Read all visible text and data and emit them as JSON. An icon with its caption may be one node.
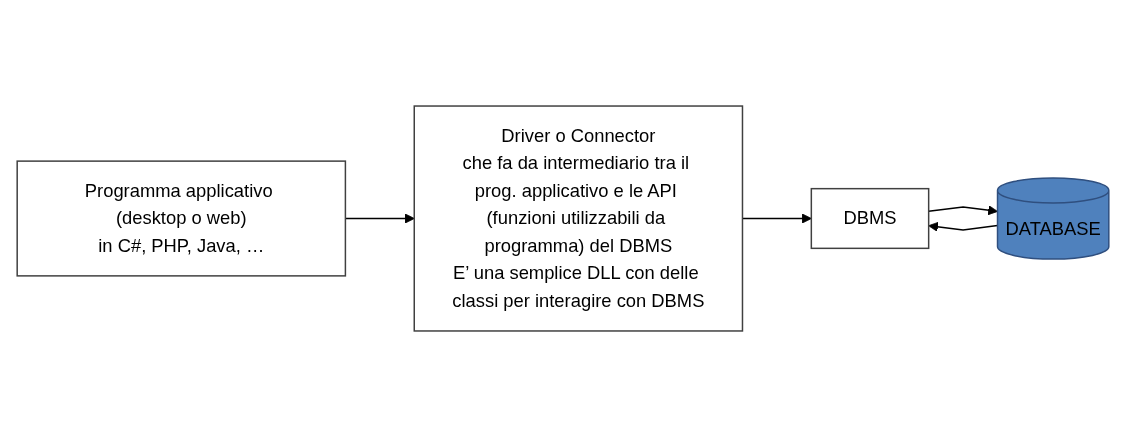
{
  "diagram": {
    "nodes": [
      {
        "text": [
          "Programma applicativo (desktop o web)",
          "in C#, PHP, Java, …"
        ]
      },
      {
        "text": [
          "Driver o Connector",
          "che fa da intermediario tra il prog. applicativo e le API (funzioni utilizzabili da programma) del DBMS",
          "E’ una semplice DLL con delle classi per interagire con DBMS"
        ]
      },
      {
        "text": [
          "DBMS"
        ]
      },
      {
        "text": [
          "DATABASE"
        ]
      }
    ],
    "edges": [
      {
        "from": 0,
        "to": 1,
        "arrow": "to"
      },
      {
        "from": 1,
        "to": 2,
        "arrow": "to"
      },
      {
        "from": 2,
        "to": 3,
        "arrow": "to"
      },
      {
        "from": 3,
        "to": 2,
        "arrow": "to"
      }
    ]
  }
}
